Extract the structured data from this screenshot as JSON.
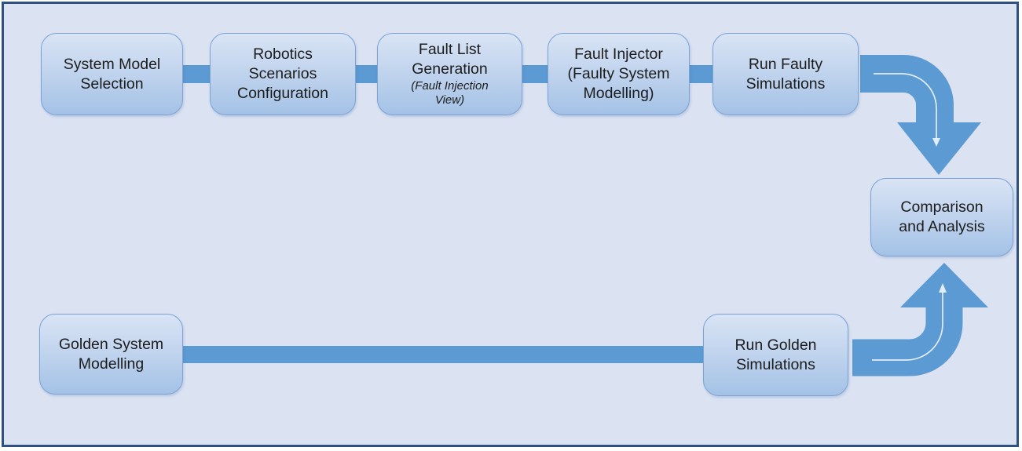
{
  "colors": {
    "slide_background": "#dbe3f3",
    "frame_border": "#2e5182",
    "connector_blue": "#5b9ad2",
    "node_border": "#7aa3d6",
    "node_fill_top": "#d9e4f5",
    "node_fill_bottom": "#a4c2e6",
    "text": "#1c1c1c",
    "guide_arrow_white": "#f2f6fc"
  },
  "diagram": {
    "nodes": [
      {
        "id": "system-model-selection",
        "label": "System Model\nSelection"
      },
      {
        "id": "robotics-scenarios-configuration",
        "label": "Robotics\nScenarios\nConfiguration"
      },
      {
        "id": "fault-list-generation",
        "label": "Fault List\nGeneration",
        "sublabel": "(Fault Injection\nView)"
      },
      {
        "id": "fault-injector",
        "label": "Fault Injector\n(Faulty System\nModelling)"
      },
      {
        "id": "run-faulty-simulations",
        "label": "Run Faulty\nSimulations"
      },
      {
        "id": "comparison-and-analysis",
        "label": "Comparison\nand Analysis"
      },
      {
        "id": "golden-system-modelling",
        "label": "Golden System\nModelling"
      },
      {
        "id": "run-golden-simulations",
        "label": "Run Golden\nSimulations"
      }
    ],
    "edges": [
      {
        "from": "System Model Selection",
        "to": "Robotics Scenarios Configuration",
        "style": "thick-bar"
      },
      {
        "from": "Robotics Scenarios Configuration",
        "to": "Fault List Generation",
        "style": "thick-bar"
      },
      {
        "from": "Fault List Generation",
        "to": "Fault Injector",
        "style": "thick-bar"
      },
      {
        "from": "Fault Injector",
        "to": "Run Faulty Simulations",
        "style": "thick-bar"
      },
      {
        "from": "Run Faulty Simulations",
        "to": "Comparison and Analysis",
        "style": "curved-arrow-down"
      },
      {
        "from": "Golden System Modelling",
        "to": "Run Golden Simulations",
        "style": "thick-bar"
      },
      {
        "from": "Run Golden Simulations",
        "to": "Comparison and Analysis",
        "style": "curved-arrow-up"
      }
    ]
  }
}
